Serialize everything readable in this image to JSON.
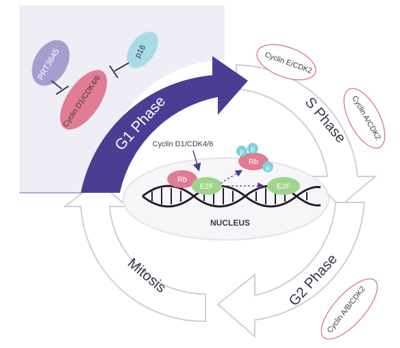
{
  "phases": {
    "g1": "G1 Phase",
    "s": "S Phase",
    "g2": "G2 Phase",
    "mitosis": "Mitosis"
  },
  "complexes": {
    "cyclin_e": "Cyclin E/CDK2",
    "cyclin_a": "Cyclin A/CDK2",
    "cyclin_ab": "Cyclin A/B/CDK2",
    "cyclin_d_bubble": "Cyclin D1/CDK4/6",
    "cyclin_d_nucleus": "Cyclin D1/CDK4/6"
  },
  "inhibitors": {
    "prt": "PRT3645",
    "p16": "p16"
  },
  "nucleus": {
    "label": "NUCLEUS",
    "rb": "Rb",
    "e2f": "E2F",
    "p": "p"
  },
  "colors": {
    "g1_purple": "#4b3d94",
    "panel": "#efedf6",
    "rb_pink": "#e07c93",
    "e2f_green": "#9fd48d",
    "p_cyan": "#7fd1dd",
    "inhibitor_lavender": "#a69ed0",
    "outline_pink": "#d4748a",
    "grey_arrow": "#cfcfcf",
    "text_dark": "#38374a"
  }
}
